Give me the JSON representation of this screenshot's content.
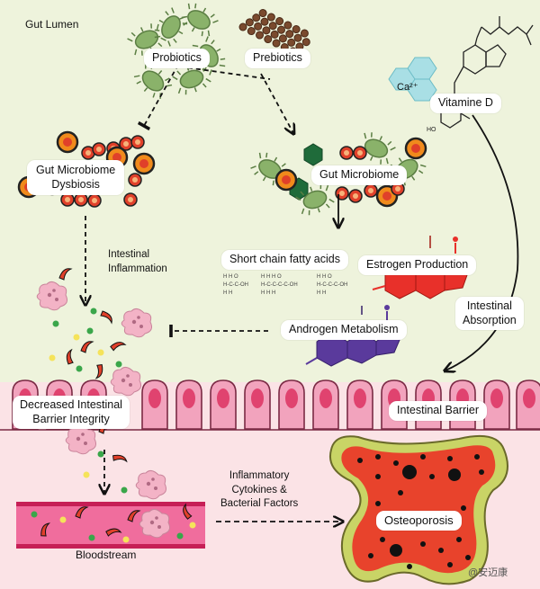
{
  "labels": {
    "gut_lumen": "Gut Lumen",
    "probiotics": "Probiotics",
    "prebiotics": "Prebiotics",
    "ca": "Ca²⁺",
    "vitamin_d": "Vitamine D",
    "dysbiosis_line1": "Gut Microbiome",
    "dysbiosis_line2": "Dysbiosis",
    "gut_microbiome": "Gut Microbiome",
    "scfa": "Short chain fatty acids",
    "estrogen": "Estrogen Production",
    "androgen": "Androgen Metabolism",
    "inflammation_line1": "Intestinal",
    "inflammation_line2": "Inflammation",
    "absorption_line1": "Intestinal",
    "absorption_line2": "Absorption",
    "barrier_integrity_line1": "Decreased Intestinal",
    "barrier_integrity_line2": "Barrier Integrity",
    "intestinal_barrier": "Intestinal Barrier",
    "cytokines_line1": "Inflammatory",
    "cytokines_line2": "Cytokines &",
    "cytokines_line3": "Bacterial Factors",
    "bloodstream": "Bloodstream",
    "osteoporosis": "Osteoporosis",
    "watermark": "@安迈康"
  },
  "colors": {
    "lumen_bg": "#eef3dc",
    "tissue_bg": "#fbe3e6",
    "probiotic_green": "#8ab26a",
    "prebiotic_brown": "#7a4a2e",
    "microbe_orange": "#f08a1c",
    "microbe_red": "#e0402a",
    "villi_pink": "#f2a3bd",
    "vessel_pink": "#f06d9d",
    "bone_yellow": "#f3e27a",
    "bone_red": "#e8432c",
    "estrogen_red": "#e8302a",
    "androgen_purple": "#5a3a9c"
  }
}
